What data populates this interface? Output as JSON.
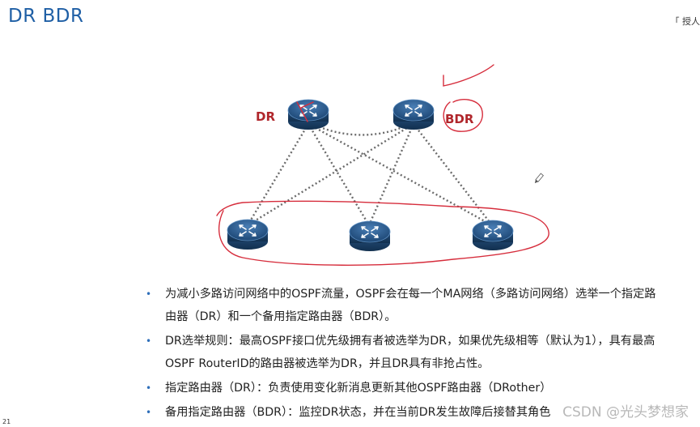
{
  "slide": {
    "title": "DR BDR",
    "corner_text": "「 授人",
    "page_number": "21"
  },
  "diagram": {
    "dr_label": "DR",
    "bdr_label": "BDR",
    "label_color": "#b0262b",
    "link_style": "dotted",
    "annotation_color": "#d62d3c"
  },
  "bullets": [
    "为减小多路访问网络中的OSPF流量，OSPF会在每一个MA网络（多路访问网络）选举一个指定路由器（DR）和一个备用指定路由器（BDR）。",
    "DR选举规则：最高OSPF接口优先级拥有者被选举为DR，如果优先级相等（默认为1），具有最高OSPF RouterID的路由器被选举为DR，并且DR具有非抢占性。",
    "指定路由器（DR）：负责使用变化新消息更新其他OSPF路由器（DRother）",
    "备用指定路由器（BDR）：监控DR状态，并在当前DR发生故障后接替其角色"
  ],
  "watermark": "CSDN @光头梦想家"
}
